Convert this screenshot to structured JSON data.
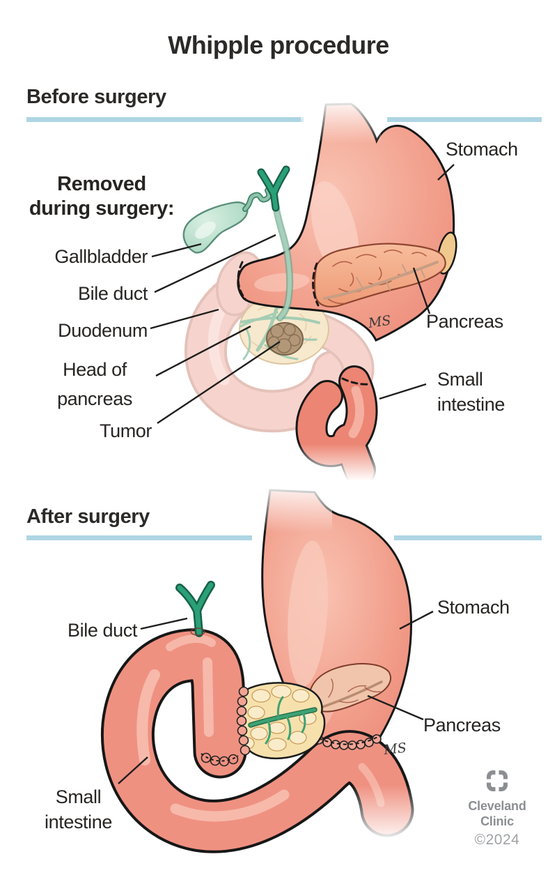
{
  "title": "Whipple procedure",
  "artist_signature": "MS",
  "before": {
    "heading": "Before surgery",
    "removed_title": {
      "line1": "Removed",
      "line2": "during surgery:"
    },
    "labels": {
      "gallbladder": "Gallbladder",
      "bile_duct": "Bile duct",
      "duodenum": "Duodenum",
      "head_of_pancreas": {
        "line1": "Head of",
        "line2": "pancreas"
      },
      "tumor": "Tumor",
      "stomach": "Stomach",
      "pancreas": "Pancreas",
      "small_intestine": {
        "line1": "Small",
        "line2": "intestine"
      }
    }
  },
  "after": {
    "heading": "After surgery",
    "labels": {
      "bile_duct": "Bile duct",
      "stomach": "Stomach",
      "pancreas": "Pancreas",
      "small_intestine": {
        "line1": "Small",
        "line2": "intestine"
      }
    }
  },
  "footer": {
    "brand": {
      "line1": "Cleveland",
      "line2": "Clinic"
    },
    "copyright": "©2024"
  },
  "colors": {
    "divider_blue": "#aed5e3",
    "text": "#272523",
    "stomach_fill": "#f1998a",
    "stomach_highlight": "#fbd2c5",
    "pancreas_orange": "#f2a987",
    "pancreas_yellow": "#f6e1ac",
    "duodenum_faded": "#f0b1a5",
    "head_of_pancreas_cream": "#f7e9cb",
    "tumor_brown": "#b29878",
    "gallbladder_mint": "#b4ddc7",
    "bile_duct_green": "#2ba076",
    "intestine_pink": "#ef9181",
    "brand_gray": "#8b8e92"
  }
}
